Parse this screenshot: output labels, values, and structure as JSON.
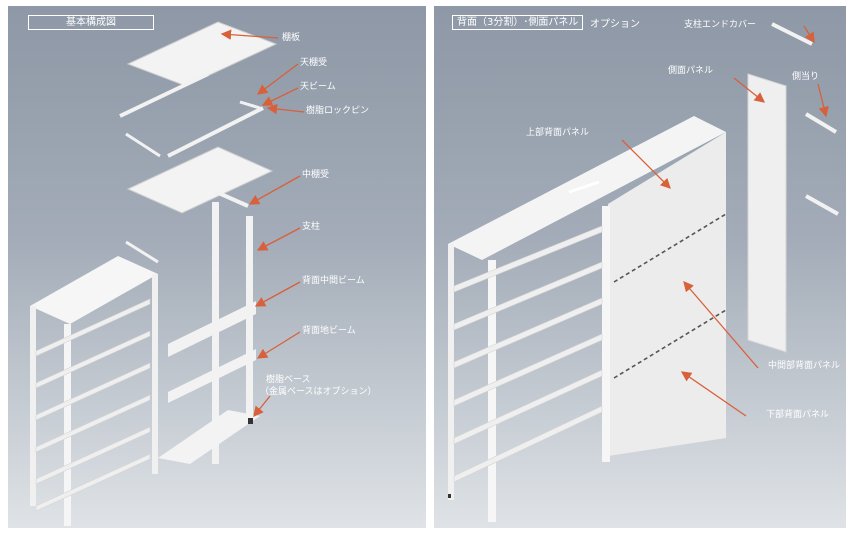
{
  "left": {
    "title": "基本構成図",
    "labels": {
      "shelf_board": "棚板",
      "top_shelf_support": "天棚受",
      "top_beam": "天ビーム",
      "resin_lock_pin": "樹脂ロックピン",
      "middle_shelf_support": "中棚受",
      "post": "支柱",
      "back_middle_beam": "背面中間ビーム",
      "back_ground_beam": "背面地ビーム",
      "resin_base_line1": "樹脂ベース",
      "resin_base_line2": "（金属ベースはオプション）"
    }
  },
  "right": {
    "title": "背面（3分割）･側面パネル",
    "option": "オプション",
    "labels": {
      "post_end_cover": "支柱エンドカバー",
      "side_panel": "側面パネル",
      "side_stopper": "側当り",
      "upper_back_panel": "上部背面パネル",
      "middle_back_panel": "中間部背面パネル",
      "lower_back_panel": "下部背面パネル"
    }
  },
  "colors": {
    "arrow": "#d8603a",
    "label_text": "#ffffff",
    "part_white": "#f2f2f2",
    "bg_top": "#8e98a6",
    "bg_bottom": "#dfe3e7"
  }
}
